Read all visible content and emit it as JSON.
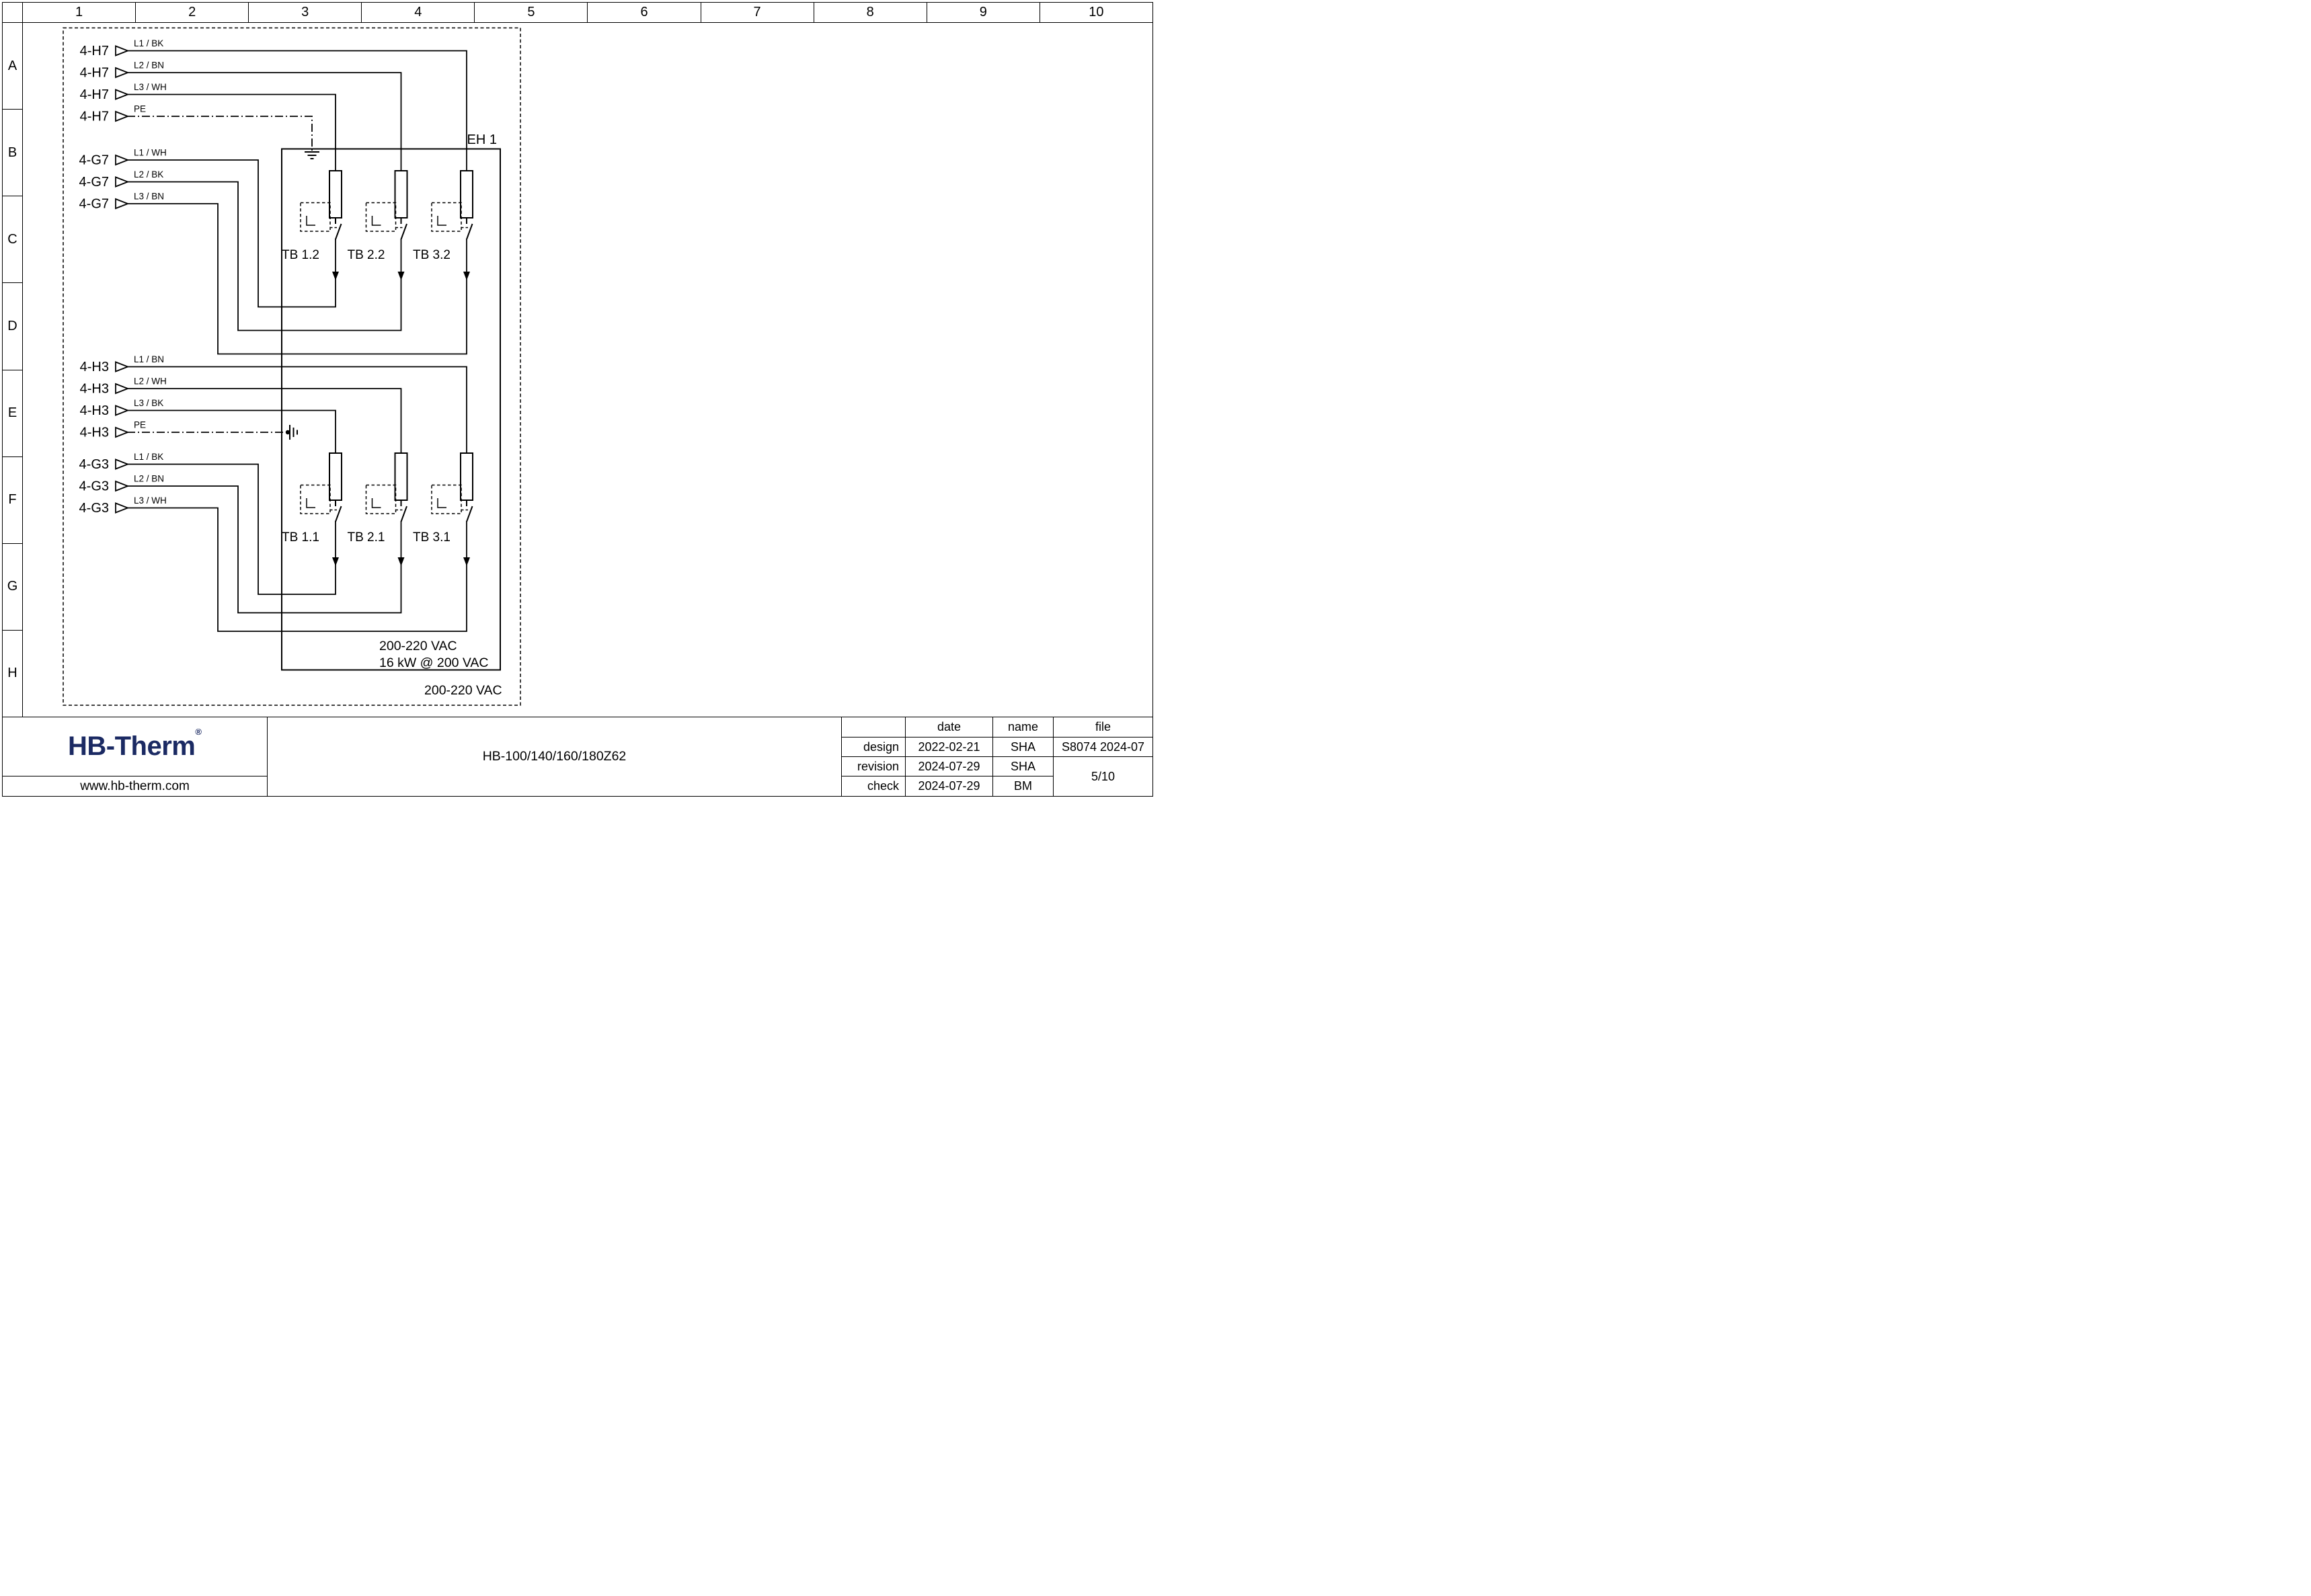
{
  "rulers": {
    "columns": [
      "1",
      "2",
      "3",
      "4",
      "5",
      "6",
      "7",
      "8",
      "9",
      "10"
    ],
    "rows": [
      "A",
      "B",
      "C",
      "D",
      "E",
      "F",
      "G",
      "H"
    ]
  },
  "schematic": {
    "eh_box_label": "EH 1",
    "inputs_h7": {
      "label": "4-H7",
      "wires": [
        "L1 / BK",
        "L2 / BN",
        "L3 / WH",
        "PE"
      ]
    },
    "inputs_g7": {
      "label": "4-G7",
      "wires": [
        "L1 / WH",
        "L2 / BK",
        "L3 / BN"
      ]
    },
    "inputs_h3": {
      "label": "4-H3",
      "wires": [
        "L1 / BN",
        "L2 / WH",
        "L3 / BK",
        "PE"
      ]
    },
    "inputs_g3": {
      "label": "4-G3",
      "wires": [
        "L1 / BK",
        "L2 / BN",
        "L3 / WH"
      ]
    },
    "breakers_top": [
      "TB 1.2",
      "TB 2.2",
      "TB 3.2"
    ],
    "breakers_bottom": [
      "TB 1.1",
      "TB 2.1",
      "TB 3.1"
    ],
    "rating_line1": "200-220 VAC",
    "rating_line2": "16 kW @ 200 VAC",
    "supply_label": "200-220 VAC"
  },
  "titleblock": {
    "logo": "HB-Therm",
    "registered": "®",
    "website": "www.hb-therm.com",
    "model": "HB-100/140/160/180Z62",
    "col_date": "date",
    "col_name": "name",
    "col_file": "file",
    "rows": [
      {
        "label": "design",
        "date": "2022-02-21",
        "name": "SHA"
      },
      {
        "label": "revision",
        "date": "2024-07-29",
        "name": "SHA"
      },
      {
        "label": "check",
        "date": "2024-07-29",
        "name": "BM"
      }
    ],
    "file_number": "S8074 2024-07",
    "page": "5/10"
  }
}
